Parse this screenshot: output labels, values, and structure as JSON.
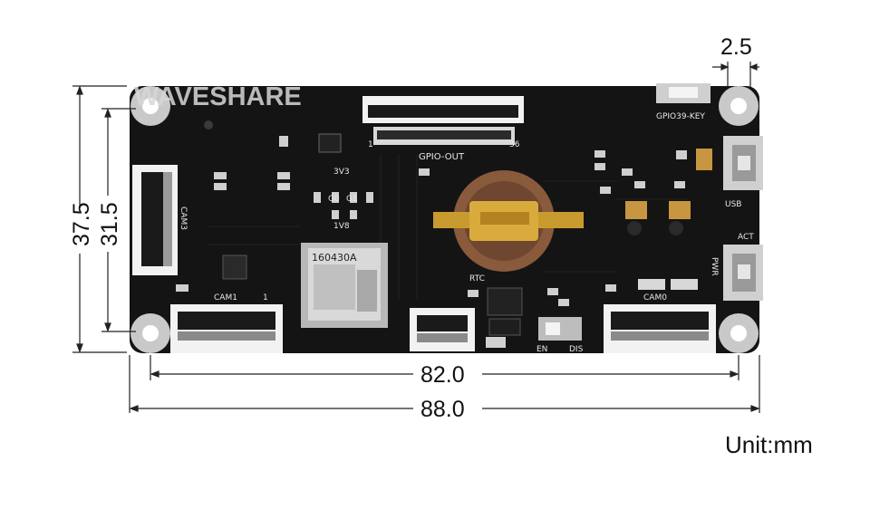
{
  "brand": "WAVESHARE",
  "unit_label": "Unit:mm",
  "dimensions": {
    "hole_offset": "2.5",
    "board_height": "37.5",
    "hole_spacing_vertical": "31.5",
    "hole_spacing_horizontal": "82.0",
    "board_width": "88.0"
  },
  "silkscreen": {
    "gpio_out": "GPIO-OUT",
    "gpio_pin_first": "1",
    "gpio_pin_last": "36",
    "gpio_key": "GPIO39-KEY",
    "cam3": "CAM3",
    "cam1": "CAM1",
    "cam1_pin": "1",
    "cam0": "CAM0",
    "rtc": "RTC",
    "v33": "3V3",
    "v18": "1V8",
    "g0": "G0",
    "g1": "G1",
    "usb": "USB",
    "act": "ACT",
    "pwr": "PWR",
    "en": "EN",
    "dis": "DIS",
    "sd_code": "160430A"
  },
  "colors": {
    "pcb": "#141414",
    "mount_hole": "#c9c9c9",
    "connector": "#f2f2f2",
    "battery_holder": "#8a5a3c",
    "gold": "#c99a2e"
  }
}
